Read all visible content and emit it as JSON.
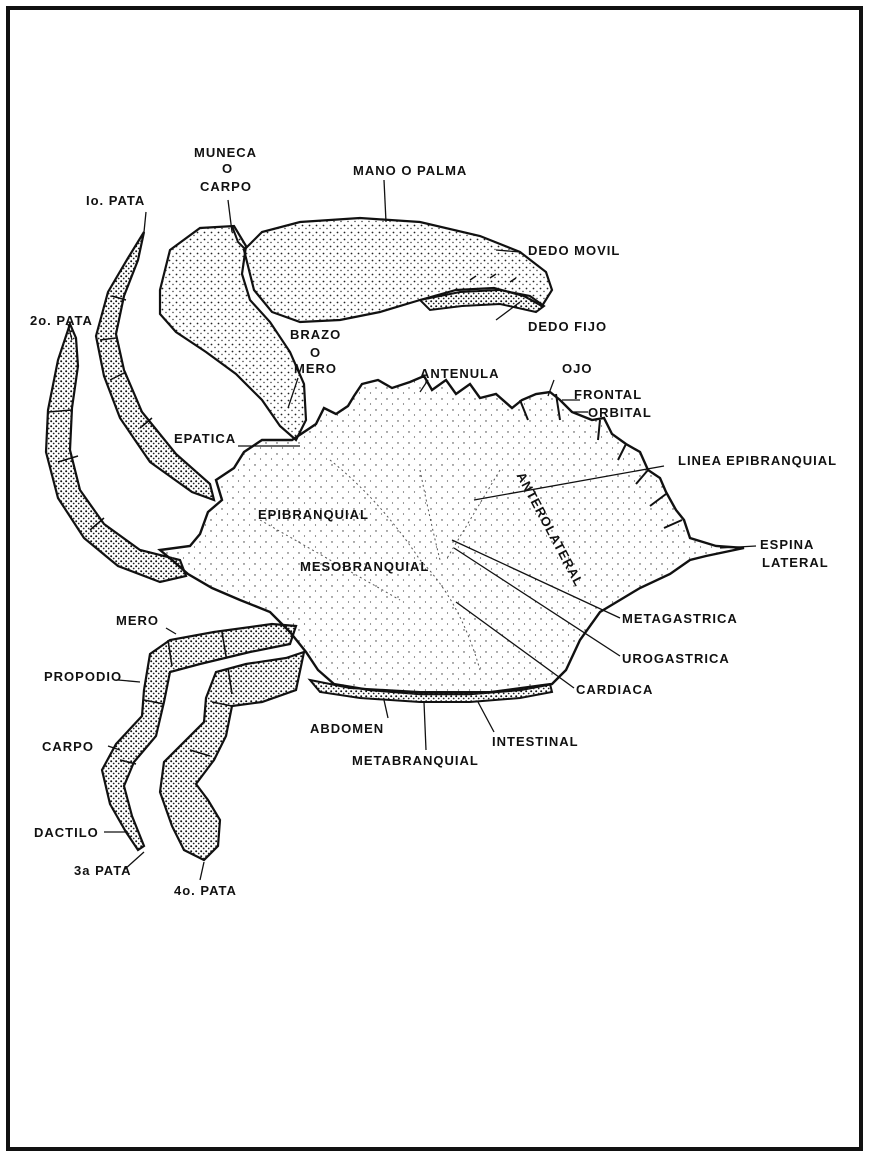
{
  "labels": {
    "muneca": "MUNECA",
    "o1": "O",
    "carpo_top": "CARPO",
    "mano": "MANO O PALMA",
    "pata1": "Io. PATA",
    "pata2": "2o. PATA",
    "dedo_movil": "DEDO MOVIL",
    "dedo_fijo": "DEDO FIJO",
    "brazo": "BRAZO",
    "o2": "O",
    "mero_top": "MERO",
    "antenula": "ANTENULA",
    "ojo": "OJO",
    "frontal": "FRONTAL",
    "orbital": "ORBITAL",
    "epatica": "EPATICA",
    "linea": "LINEA EPIBRANQUIAL",
    "anterolateral": "ANTEROLATERAL",
    "epibranquial": "EPIBRANQUIAL",
    "espina": "ESPINA",
    "lateral": "LATERAL",
    "mesobranquial": "MESOBRANQUIAL",
    "metagastrica": "METAGASTRICA",
    "mero": "MERO",
    "urogastrica": "UROGASTRICA",
    "propodio": "PROPODIO",
    "cardiaca": "CARDIACA",
    "abdomen": "ABDOMEN",
    "intestinal": "INTESTINAL",
    "metabranquial": "METABRANQUIAL",
    "carpo": "CARPO",
    "dactilo": "DACTILO",
    "pata3": "3a PATA",
    "pata4": "4o. PATA"
  },
  "colors": {
    "ink": "#111111",
    "paper": "#ffffff",
    "stipple": "#2a2a2a"
  }
}
